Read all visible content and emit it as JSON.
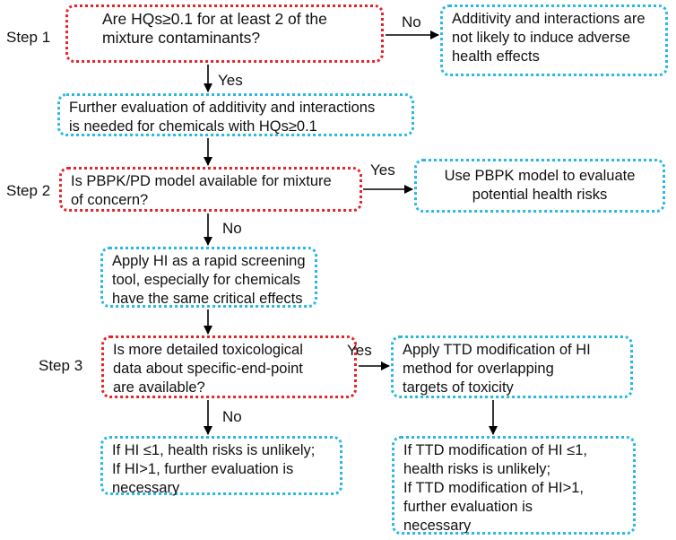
{
  "steps": {
    "s1": "Step 1",
    "s2": "Step 2",
    "s3": "Step 3"
  },
  "boxes": {
    "q1": "Are HQs≥0.1 for at least 2 of the\nmixture contaminants?",
    "r1": "Additivity and interactions are\nnot likely to induce adverse\nhealth effects",
    "b2": "Further evaluation of additivity and interactions\nis needed for chemicals with HQs≥0.1",
    "q2": "Is PBPK/PD model available for mixture\nof concern?",
    "r2": "Use PBPK model to evaluate\npotential health risks",
    "b3": "Apply HI as a rapid screening\ntool,  especially for chemicals\nhave the same critical effects",
    "q3": "Is more detailed toxicological\ndata about specific-end-point\nare available?",
    "r3": "Apply TTD modification of HI\nmethod for overlapping\ntargets of toxicity",
    "b4": "If HI ≤1, health risks is unlikely;\nIf HI>1, further evaluation is\nnecessary",
    "r4": "If TTD modification of HI ≤1,\nhealth risks is unlikely;\nIf TTD modification of HI>1,\nfurther evaluation is\nnecessary"
  },
  "labels": {
    "no1": "No",
    "yes1": "Yes",
    "yes2": "Yes",
    "no2": "No",
    "yes3": "Yes",
    "no3": "No"
  },
  "colors": {
    "decision_border": "#e0262b",
    "process_border": "#29b7e6",
    "arrow": "#000000"
  }
}
